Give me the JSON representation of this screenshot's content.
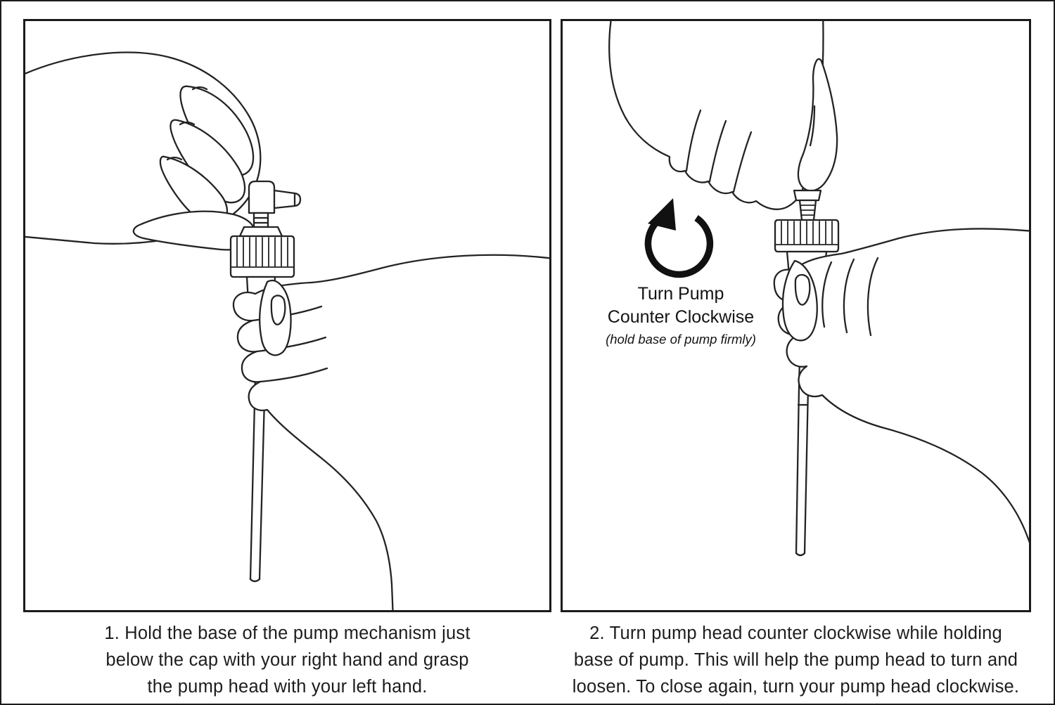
{
  "document": {
    "type": "pump-opening-instruction-diagram",
    "background": "#ffffff",
    "ink_color": "#1e1e1e"
  },
  "steps": {
    "left": {
      "illustration": "two-hands-holding-pump",
      "caption_lines": [
        "1. Hold the base of the pump mechanism just",
        "below the cap with your right hand and grasp",
        "the pump head with your left hand."
      ]
    },
    "right": {
      "illustration": "hand-turning-pump-head",
      "rotation_icon": "counter-clockwise-arrow-icon",
      "annotation": {
        "line1": "Turn Pump",
        "line2": "Counter Clockwise",
        "line3": "(hold base of pump firmly)"
      },
      "caption_lines": [
        "2. Turn pump head counter clockwise while holding",
        "base of pump. This will help the pump head to turn and",
        "loosen. To close again, turn your pump head clockwise."
      ]
    }
  }
}
